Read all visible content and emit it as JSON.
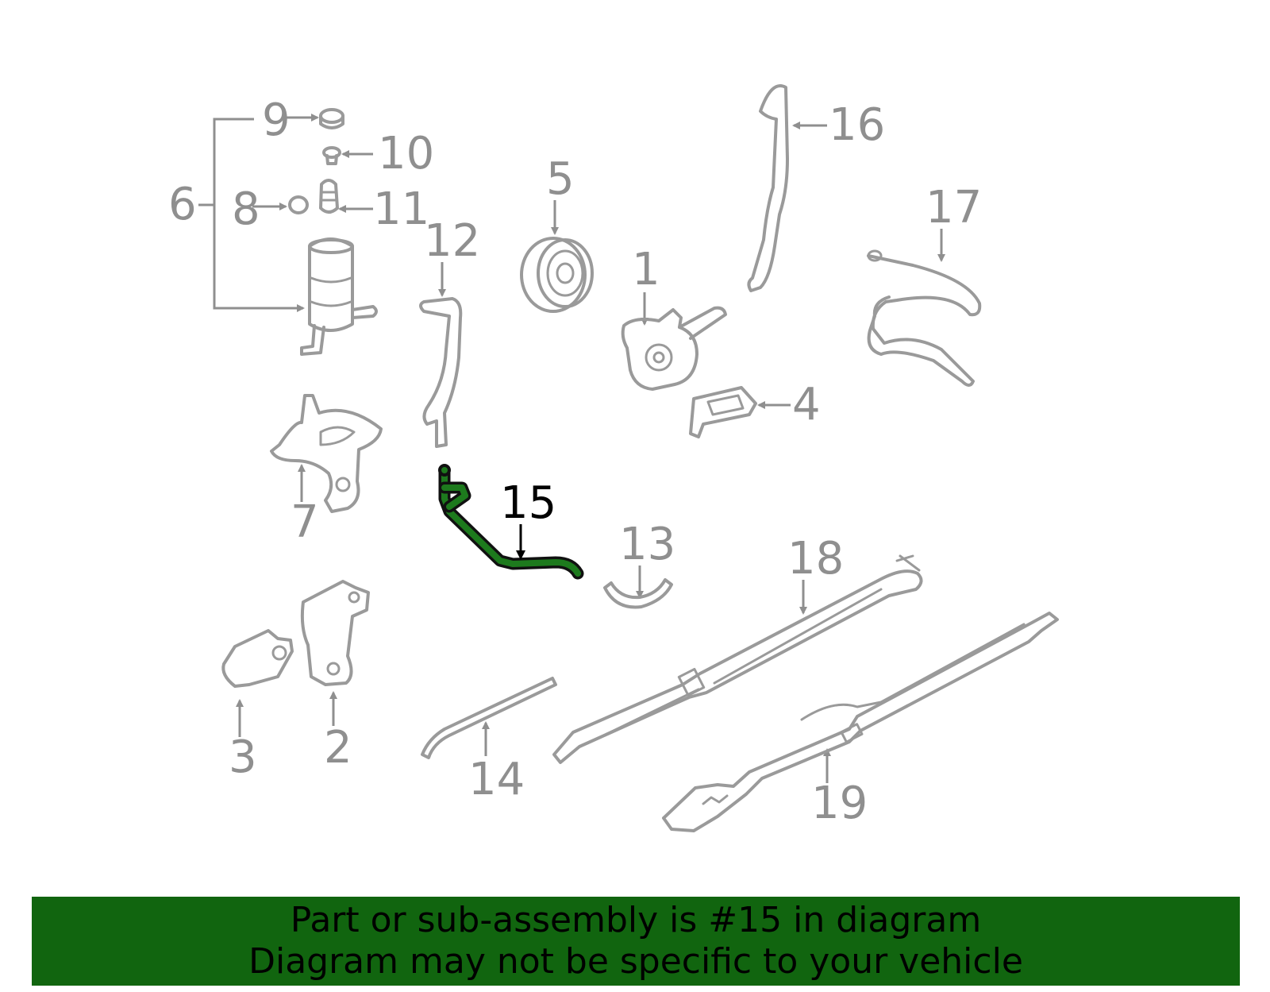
{
  "diagram": {
    "callouts": [
      "1",
      "2",
      "3",
      "4",
      "5",
      "6",
      "7",
      "8",
      "9",
      "10",
      "11",
      "12",
      "13",
      "14",
      "15",
      "16",
      "17",
      "18",
      "19"
    ],
    "highlighted_part": "15",
    "colors": {
      "part_outline": "#9a9a9a",
      "highlight_fill": "#1d7a1d",
      "banner_bg": "#11650f"
    }
  },
  "banner": {
    "line1": "Part or sub-assembly is #15 in diagram",
    "line2": "Diagram may not be specific to your vehicle"
  }
}
